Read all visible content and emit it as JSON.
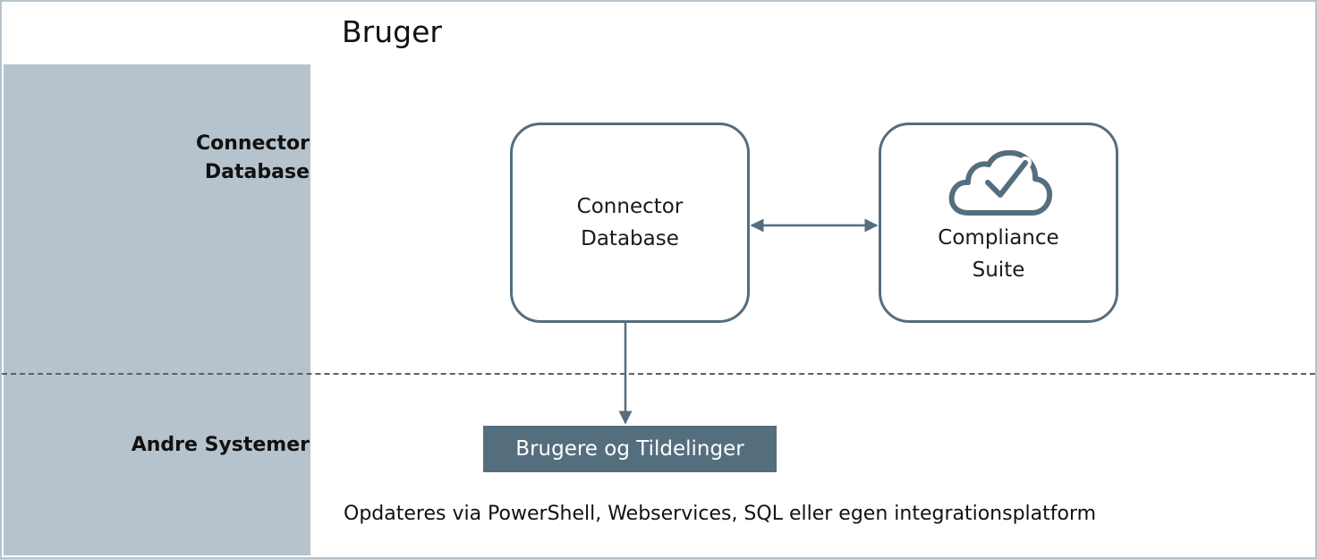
{
  "title": "Bruger",
  "lanes": {
    "top": {
      "line1": "Connector",
      "line2": "Database"
    },
    "bottom": {
      "label": "Andre Systemer"
    }
  },
  "nodes": {
    "connector_db": {
      "line1": "Connector",
      "line2": "Database"
    },
    "compliance_suite": {
      "line1": "Compliance",
      "line2": "Suite",
      "icon": "cloud-check-icon"
    }
  },
  "output": {
    "label": "Brugere og Tildelinger"
  },
  "note": "Opdateres via PowerShell, Webservices, SQL eller egen integrationsplatform",
  "colors": {
    "sidebar": "#b6c3cd",
    "accent": "#546e7e",
    "divider": "#606060"
  }
}
